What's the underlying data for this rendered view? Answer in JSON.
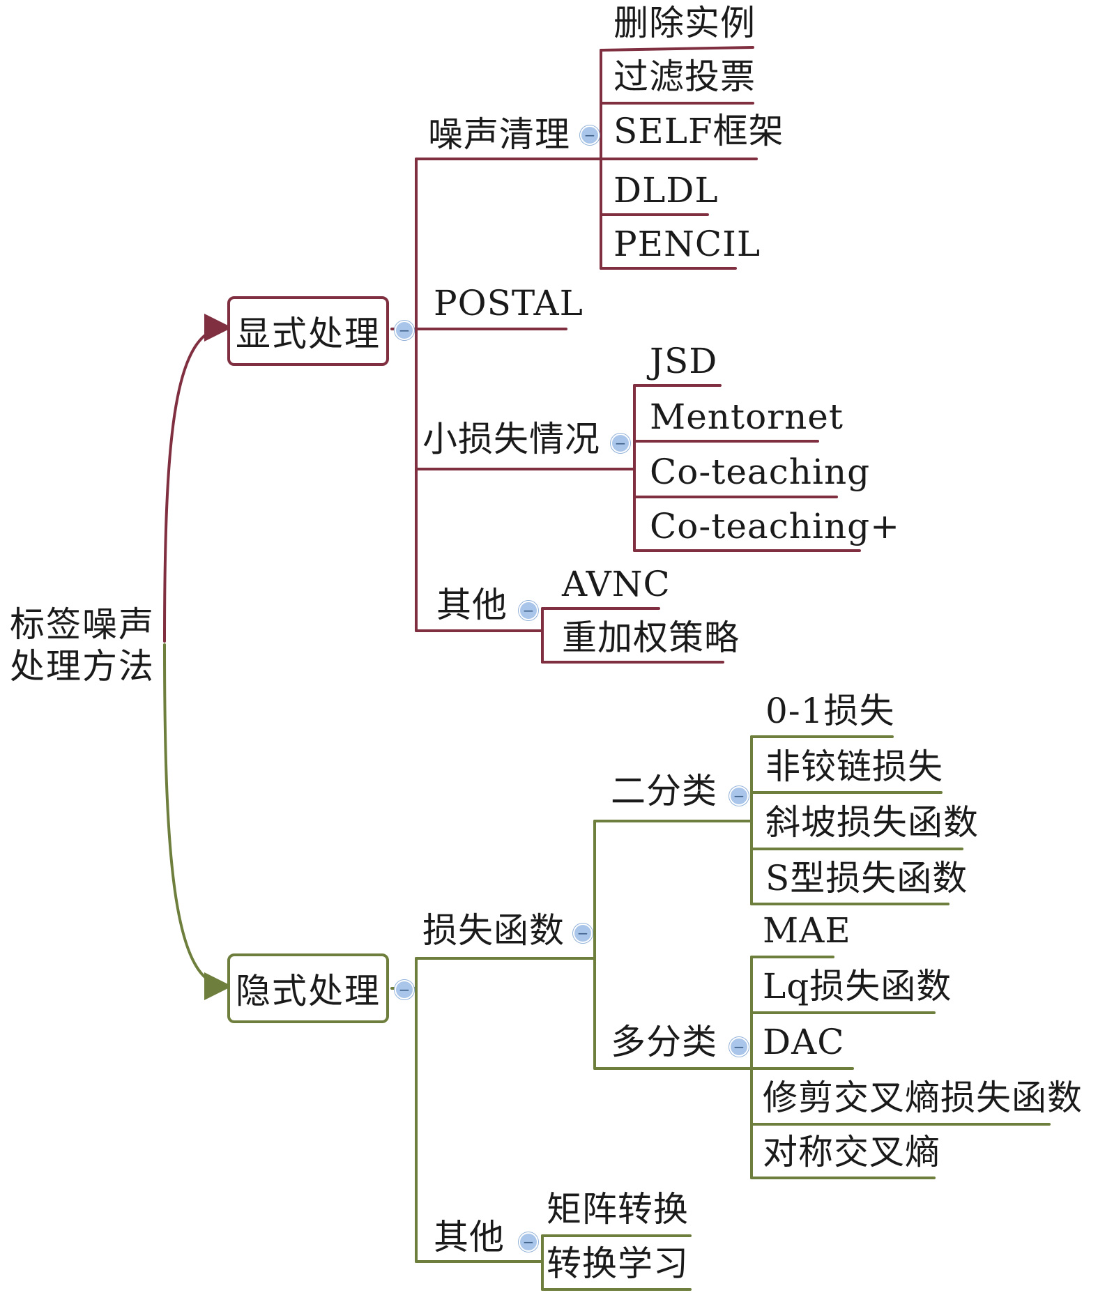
{
  "root": {
    "label_line1": "标签噪声",
    "label_line2": "处理方法"
  },
  "colors": {
    "explicit": "#7f2f3f",
    "implicit": "#6e7e3c",
    "toggle": "#a9c6ea"
  },
  "explicit": {
    "label": "显式处理",
    "noise_cleaning": {
      "label": "噪声清理",
      "items": [
        "删除实例",
        "过滤投票",
        "SELF框架",
        "DLDL",
        "PENCIL"
      ]
    },
    "postal": {
      "label": "POSTAL"
    },
    "small_loss": {
      "label": "小损失情况",
      "items": [
        "JSD",
        "Mentornet",
        "Co-teaching",
        "Co-teaching+"
      ]
    },
    "other": {
      "label": "其他",
      "items": [
        "AVNC",
        "重加权策略"
      ]
    }
  },
  "implicit": {
    "label": "隐式处理",
    "loss_function": {
      "label": "损失函数",
      "binary": {
        "label": "二分类",
        "items": [
          "0-1损失",
          "非铰链损失",
          "斜坡损失函数",
          "S型损失函数"
        ]
      },
      "multiclass": {
        "label": "多分类",
        "items": [
          "MAE",
          "Lq损失函数",
          "DAC",
          "修剪交叉熵损失函数",
          "对称交叉熵"
        ]
      }
    },
    "other": {
      "label": "其他",
      "items": [
        "矩阵转换",
        "转换学习"
      ]
    }
  },
  "toggle_symbol": "−"
}
